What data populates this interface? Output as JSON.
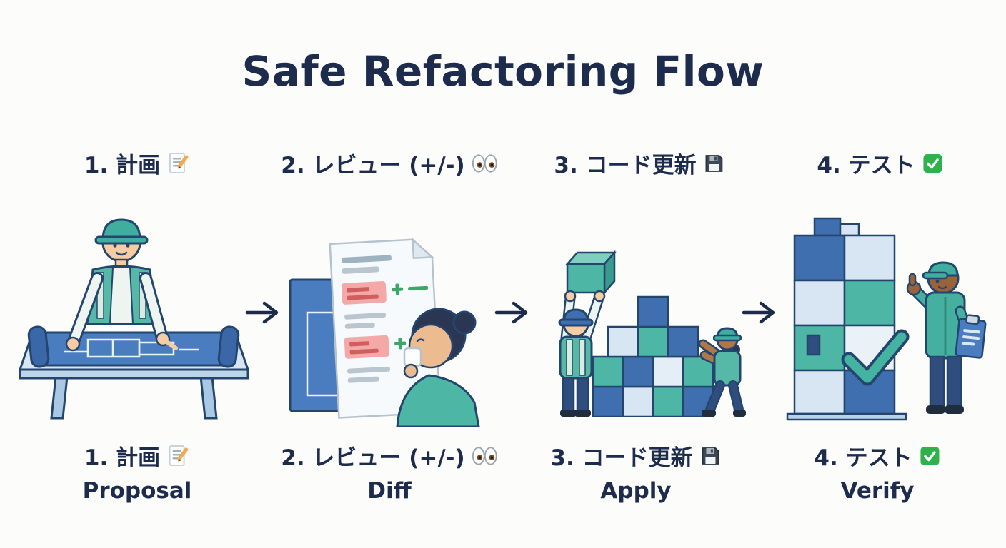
{
  "title": "Safe Refactoring Flow",
  "steps": [
    {
      "label": "1. 計画",
      "icon": "memo-pencil",
      "icon_emoji": "📝",
      "subtitle": "Proposal",
      "scene": "worker-drafting-blueprint-on-table"
    },
    {
      "label": "2. レビュー (+/-)",
      "icon": "eyes",
      "icon_emoji": "👀",
      "subtitle": "Diff",
      "scene": "reviewer-reading-diff-over-blueprint"
    },
    {
      "label": "3. コード更新",
      "icon": "floppy-disk",
      "icon_emoji": "💾",
      "subtitle": "Apply",
      "scene": "two-workers-stacking-building-blocks"
    },
    {
      "label": "4. テスト",
      "icon": "check-mark",
      "icon_emoji": "✅",
      "subtitle": "Verify",
      "scene": "inspector-thumbs-up-building-with-checkmark"
    }
  ],
  "flow": {
    "arrow_count": 3,
    "arrow_color": "#1c2b47"
  },
  "colors": {
    "background": "#fcfcfb",
    "text": "#1d2b4c",
    "blueprint_blue": "#4a7cc0",
    "teal": "#4db6a4",
    "mid_blue": "#3f6fae",
    "light_blue": "#d7e6f2",
    "diff_removed": "#f4a9a9",
    "diff_added": "#3aa868"
  }
}
